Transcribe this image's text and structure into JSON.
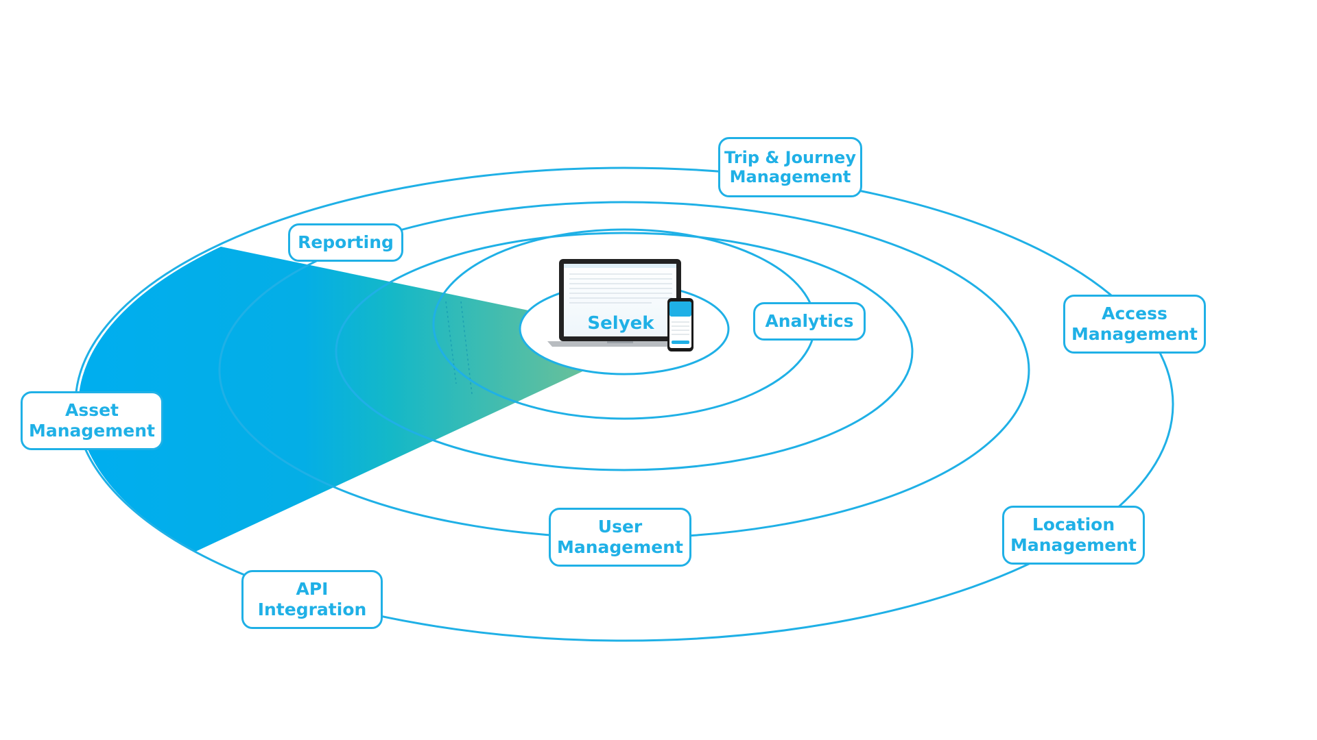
{
  "colors": {
    "ring": "#1fb0e6",
    "label_text": "#1fb0e6",
    "wedge_start": "#00aeef",
    "wedge_end": "#5bbf9c",
    "logo": "#1fb0e6"
  },
  "center": {
    "logo_text": "Selyek",
    "devices": [
      "laptop-icon",
      "phone-icon"
    ]
  },
  "labels": {
    "trip": [
      "Trip & Journey",
      "Management"
    ],
    "reporting": [
      "Reporting"
    ],
    "analytics": [
      "Analytics"
    ],
    "access": [
      "Access",
      "Management"
    ],
    "asset": [
      "Asset",
      "Management"
    ],
    "user": [
      "User",
      "Management"
    ],
    "location": [
      "Location",
      "Management"
    ],
    "api": [
      "API",
      "Integration"
    ]
  }
}
